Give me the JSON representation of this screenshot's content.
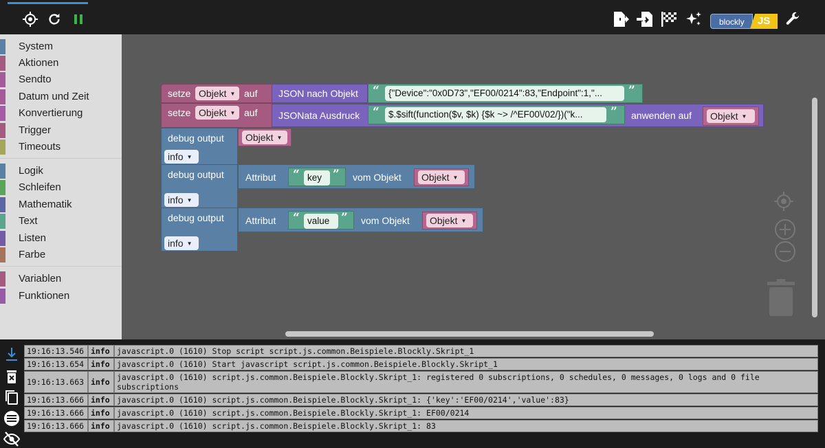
{
  "toolbar": {
    "buttons": [
      {
        "name": "locate-icon"
      },
      {
        "name": "reload-icon"
      },
      {
        "name": "pause-icon"
      },
      {
        "name": "export-icon"
      },
      {
        "name": "import-icon"
      },
      {
        "name": "checkered-flag-icon"
      },
      {
        "name": "sparkles-icon"
      },
      {
        "name": "wrench-icon"
      }
    ],
    "badge_left": "blockly",
    "badge_right": "JS",
    "colors": {
      "run_green": "#3bb54a",
      "badge_blue": "#4a6ea3",
      "badge_yellow": "#f0c419"
    }
  },
  "toolbox": {
    "categories": [
      {
        "label": "System",
        "color": "#5b80a5"
      },
      {
        "label": "Aktionen",
        "color": "#a55b80"
      },
      {
        "label": "Sendto",
        "color": "#a55b99"
      },
      {
        "label": "Datum und Zeit",
        "color": "#a55b99"
      },
      {
        "label": "Konvertierung",
        "color": "#a55ba5"
      },
      {
        "label": "Trigger",
        "color": "#a55b80"
      },
      {
        "label": "Timeouts",
        "color": "#a5a55b"
      },
      {
        "label": "Logik",
        "color": "#5b80a5"
      },
      {
        "label": "Schleifen",
        "color": "#5ba55b"
      },
      {
        "label": "Mathematik",
        "color": "#5b67a5"
      },
      {
        "label": "Text",
        "color": "#5ba58c"
      },
      {
        "label": "Listen",
        "color": "#745ba5"
      },
      {
        "label": "Farbe",
        "color": "#a5745b"
      },
      {
        "label": "Variablen",
        "color": "#a55b80"
      },
      {
        "label": "Funktionen",
        "color": "#995ba5"
      }
    ]
  },
  "blocks": {
    "set1": {
      "setze": "setze",
      "var": "Objekt",
      "auf": "auf",
      "fn": "JSON nach Objekt",
      "string": "{\"Device\":\"0x0D73\",\"EF00/0214\":83,\"Endpoint\":1,\"..."
    },
    "set2": {
      "setze": "setze",
      "var": "Objekt",
      "auf": "auf",
      "fn": "JSONata Ausdruck",
      "string": "$.$sift(function($v, $k) {$k ~> /^EF00\\/02/})(\"k...",
      "apply": "anwenden auf",
      "target": "Objekt"
    },
    "debug1": {
      "label": "debug output",
      "value": "Objekt",
      "level": "info"
    },
    "debug2": {
      "label": "debug output",
      "attr": "Attribut",
      "key": "key",
      "from": "vom Objekt",
      "obj": "Objekt",
      "level": "info"
    },
    "debug3": {
      "label": "debug output",
      "attr": "Attribut",
      "key": "value",
      "from": "vom Objekt",
      "obj": "Objekt",
      "level": "info"
    }
  },
  "log": {
    "rows": [
      {
        "time": "19:16:13.546",
        "level": "info",
        "msg": "javascript.0 (1610) Stop script script.js.common.Beispiele.Blockly.Skript_1"
      },
      {
        "time": "19:16:13.654",
        "level": "info",
        "msg": "javascript.0 (1610) Start javascript script.js.common.Beispiele.Blockly.Skript_1"
      },
      {
        "time": "19:16:13.663",
        "level": "info",
        "msg": "javascript.0 (1610) script.js.common.Beispiele.Blockly.Skript_1: registered 0 subscriptions, 0 schedules, 0 messages, 0 logs and 0 file subscriptions"
      },
      {
        "time": "19:16:13.666",
        "level": "info",
        "msg": "javascript.0 (1610) script.js.common.Beispiele.Blockly.Skript_1: {'key':'EF00/0214','value':83}"
      },
      {
        "time": "19:16:13.666",
        "level": "info",
        "msg": "javascript.0 (1610) script.js.common.Beispiele.Blockly.Skript_1: EF00/0214"
      },
      {
        "time": "19:16:13.666",
        "level": "info",
        "msg": "javascript.0 (1610) script.js.common.Beispiele.Blockly.Skript_1: 83"
      }
    ]
  }
}
